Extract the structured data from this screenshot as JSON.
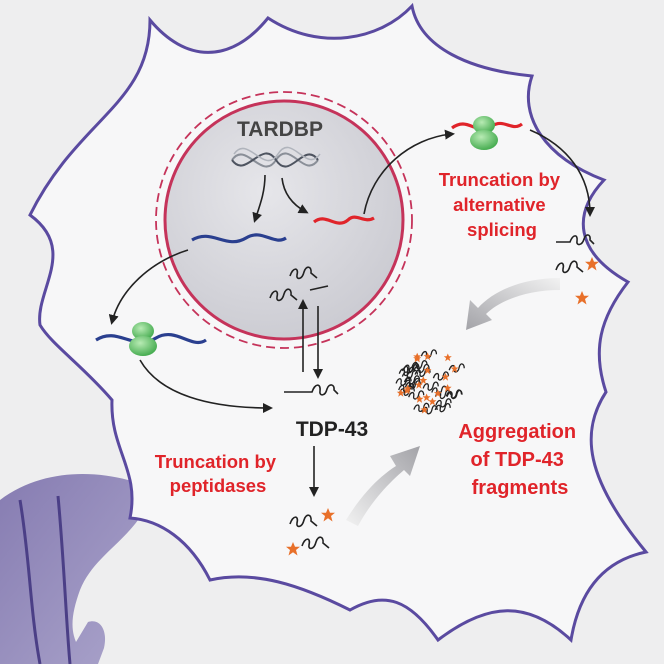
{
  "labels": {
    "gene": "TARDBP",
    "protein": "TDP-43",
    "alt_splicing": [
      "Truncation by",
      "alternative",
      "splicing"
    ],
    "peptidases": [
      "Truncation by",
      "peptidases"
    ],
    "aggregation": [
      "Aggregation",
      "of TDP-43",
      "fragments"
    ]
  },
  "colors": {
    "background": "#eeeeef",
    "cell_membrane": "#5a4aa0",
    "nucleus_fill": "#d7d7dd",
    "nuclear_envelope": "#c5335a",
    "normal_mrna": "#2a3f8f",
    "truncated_mrna": "#e0242a",
    "ribosome": "#5dbb62",
    "label_red": "#e0242a",
    "label_black": "#222222",
    "fragment_star": "#e8702a",
    "arrow_gray": "#a9a9ad",
    "neuron": "#8a7fb4"
  },
  "icons": {
    "ribosome": "green-ribosome-icon",
    "cleavage": "orange-star-icon",
    "aggregate": "protein-aggregate-icon"
  }
}
